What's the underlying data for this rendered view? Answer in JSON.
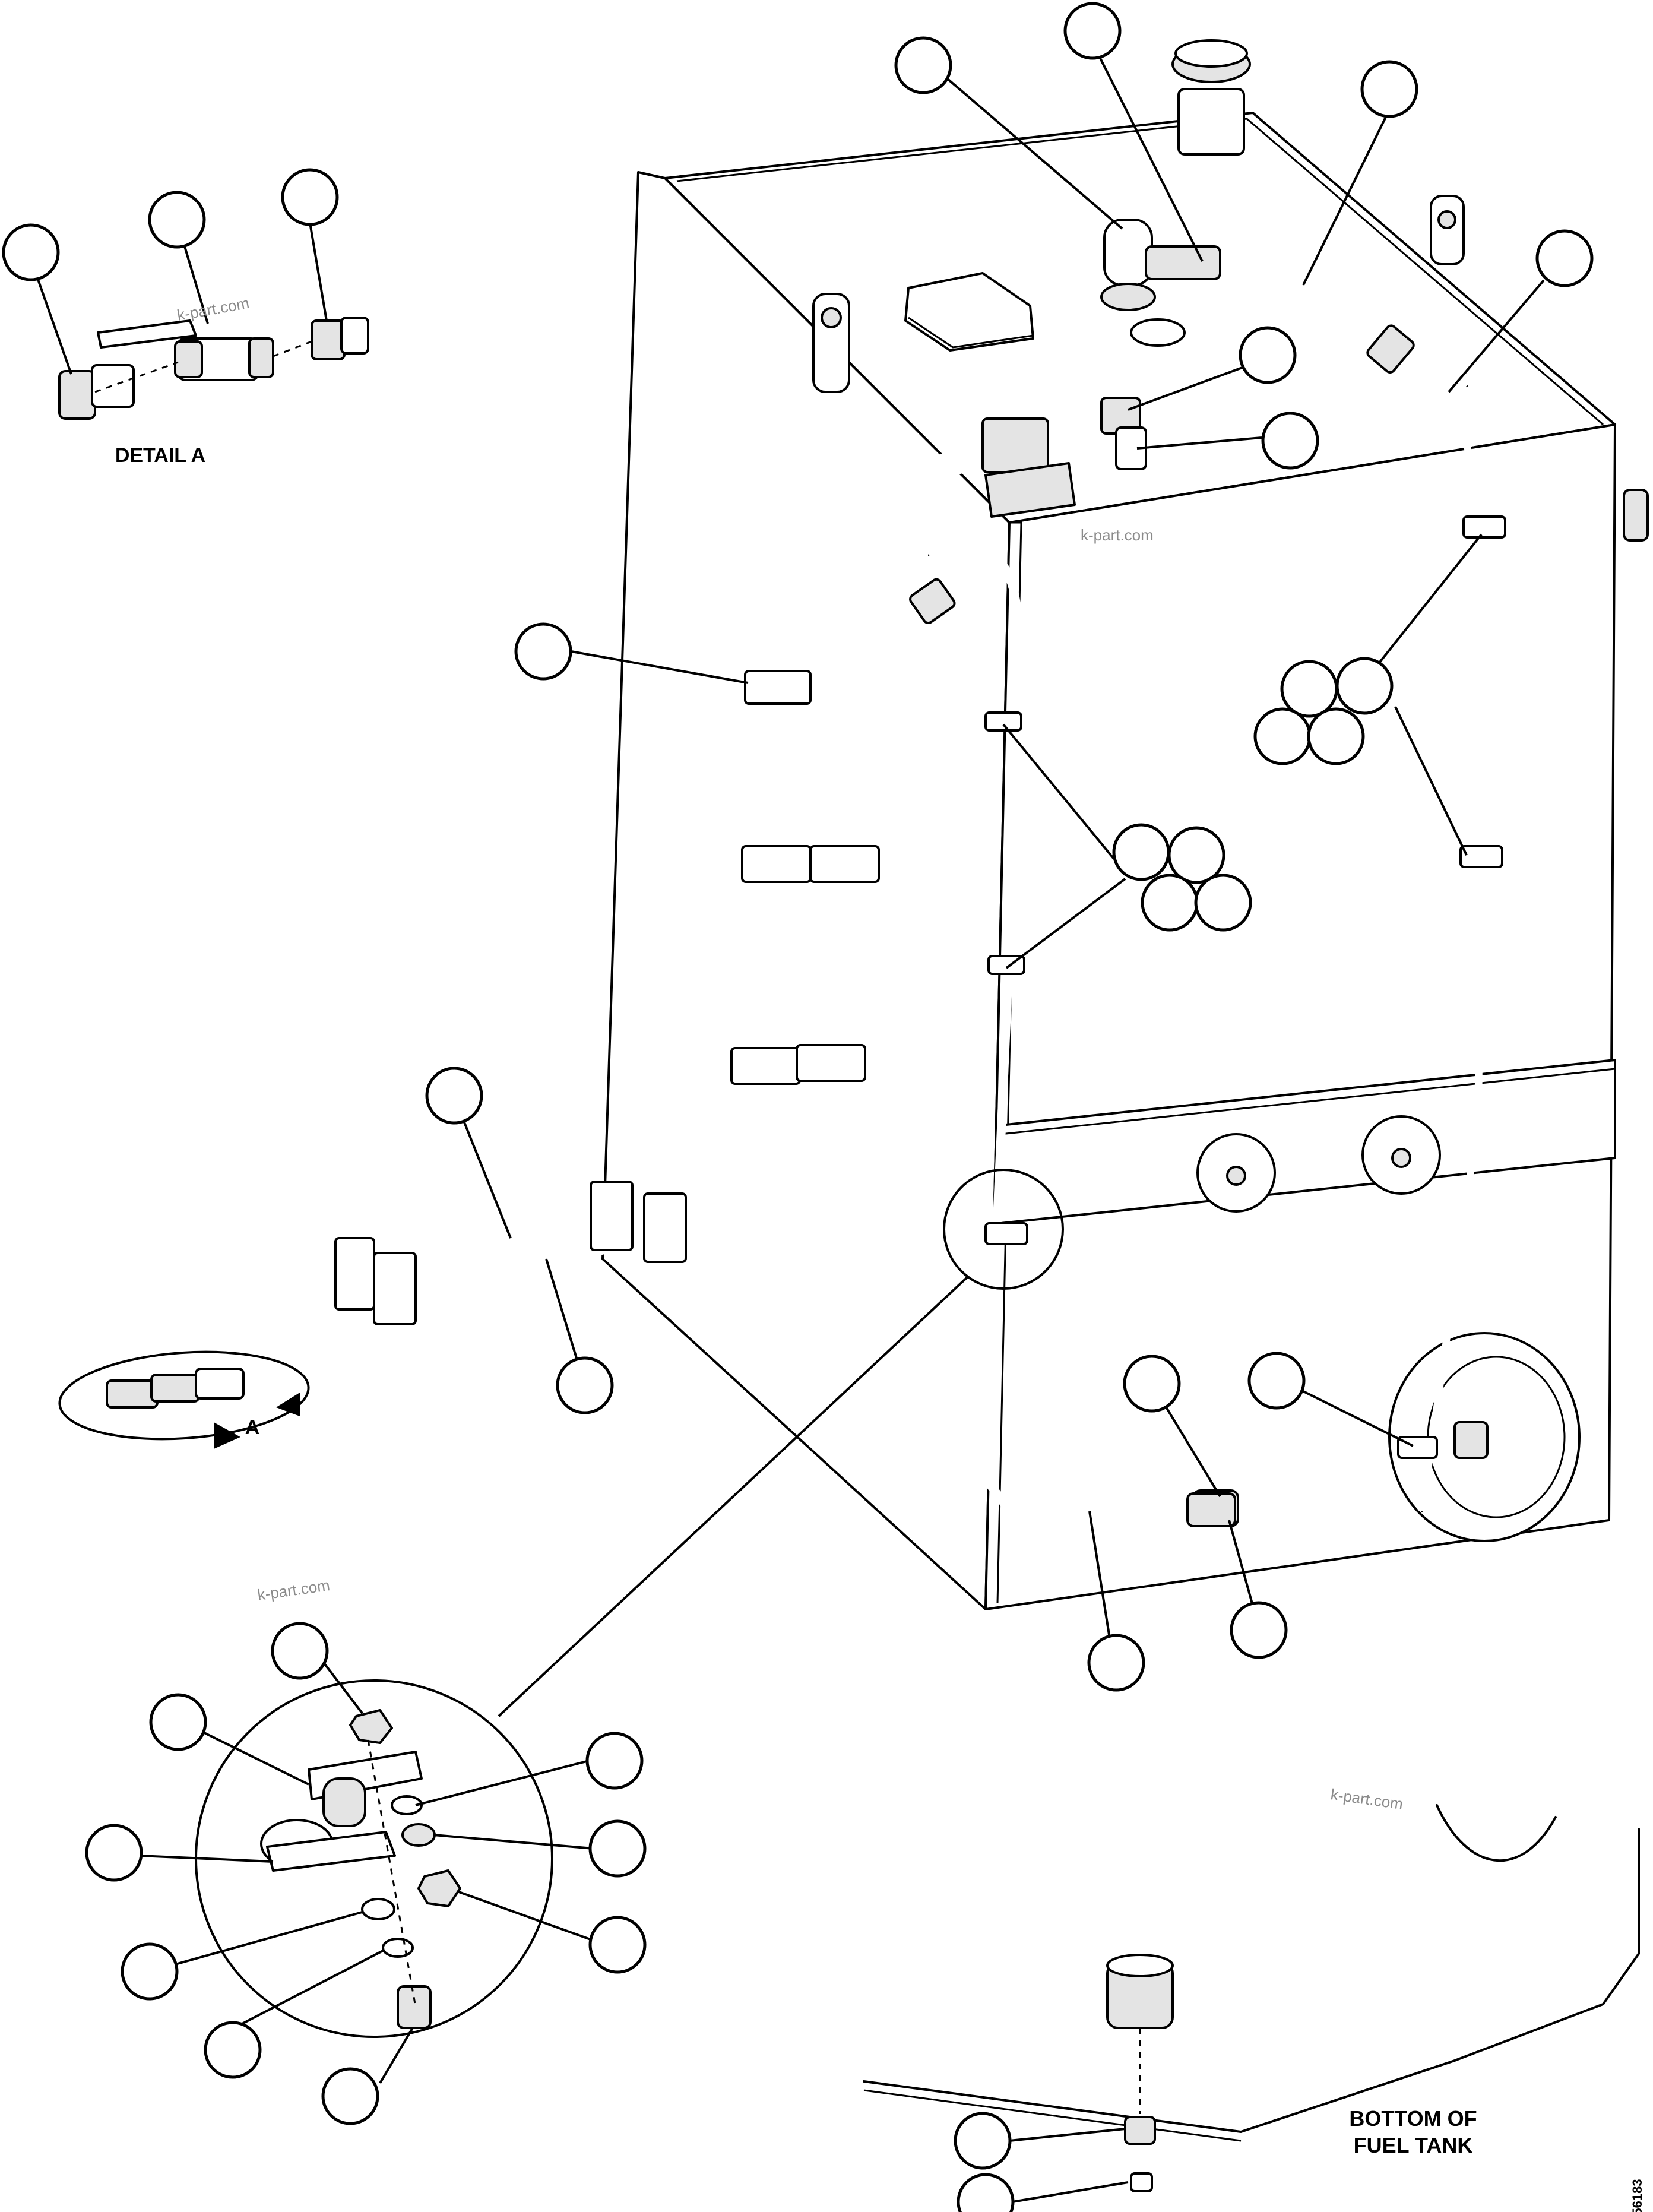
{
  "labels": {
    "detail_a": "DETAIL A",
    "arrow_a": "A",
    "bottom_line1": "BOTTOM OF",
    "bottom_line2": "FUEL TANK",
    "drawing_number": "56183"
  },
  "watermark": "k-part.com",
  "colors": {
    "line": "#000000",
    "background": "#ffffff",
    "watermark": "#8a8a8a"
  }
}
